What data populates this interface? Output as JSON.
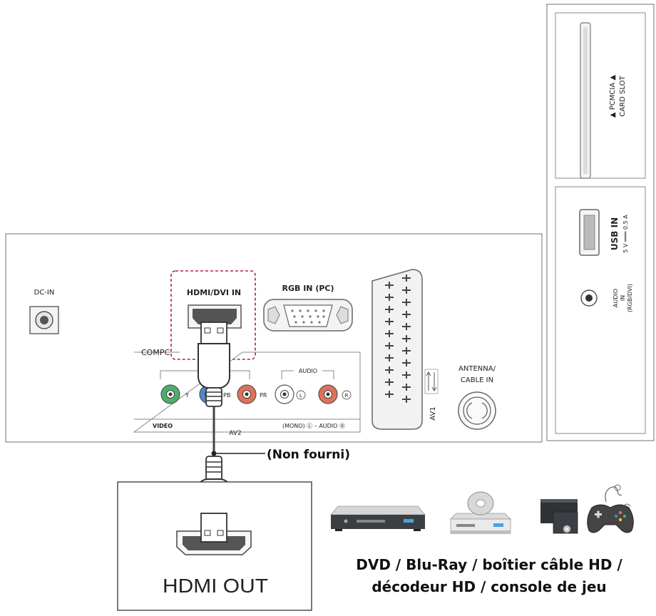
{
  "panel_labels": {
    "dc_in": "DC-IN",
    "hdmi_dvi_in": "HDMI/DVI IN",
    "rgb_in_pc": "RGB IN (PC)",
    "component": "COMPC",
    "audio_group": "AUDIO",
    "y": "Y",
    "pb": "PB",
    "pr": "PR",
    "l_marker": "L",
    "r_marker": "R",
    "video": "VIDEO",
    "av2": "AV2",
    "mono_audio": "(MONO) Ⓛ – AUDIO Ⓡ",
    "av1": "AV1",
    "antenna_line1": "ANTENNA/",
    "antenna_line2": "CABLE IN"
  },
  "side_panel": {
    "pcmcia_line1": "▲ PCMCIA ▲",
    "pcmcia_line2": "CARD SLOT",
    "usb_in": "USB IN",
    "usb_rating": "5 V ═══ 0.5 A",
    "audio_in_line1": "AUDIO",
    "audio_in_line2": "IN",
    "audio_in_line3": "(RGB/DVI)"
  },
  "cable_note": "(Non fourni)",
  "source_device": {
    "port_label": "HDMI OUT"
  },
  "devices_caption": {
    "line1": "DVD / Blu-Ray / boîtier câble HD /",
    "line2": "décodeur HD / console de jeu"
  },
  "colors": {
    "y_jack": "#4caf6a",
    "pb_jack": "#4f88c6",
    "pr_jack": "#e0705a",
    "audio_l_jack": "#ffffff",
    "audio_r_jack": "#e0705a",
    "highlight_dash": "#b0204a"
  }
}
